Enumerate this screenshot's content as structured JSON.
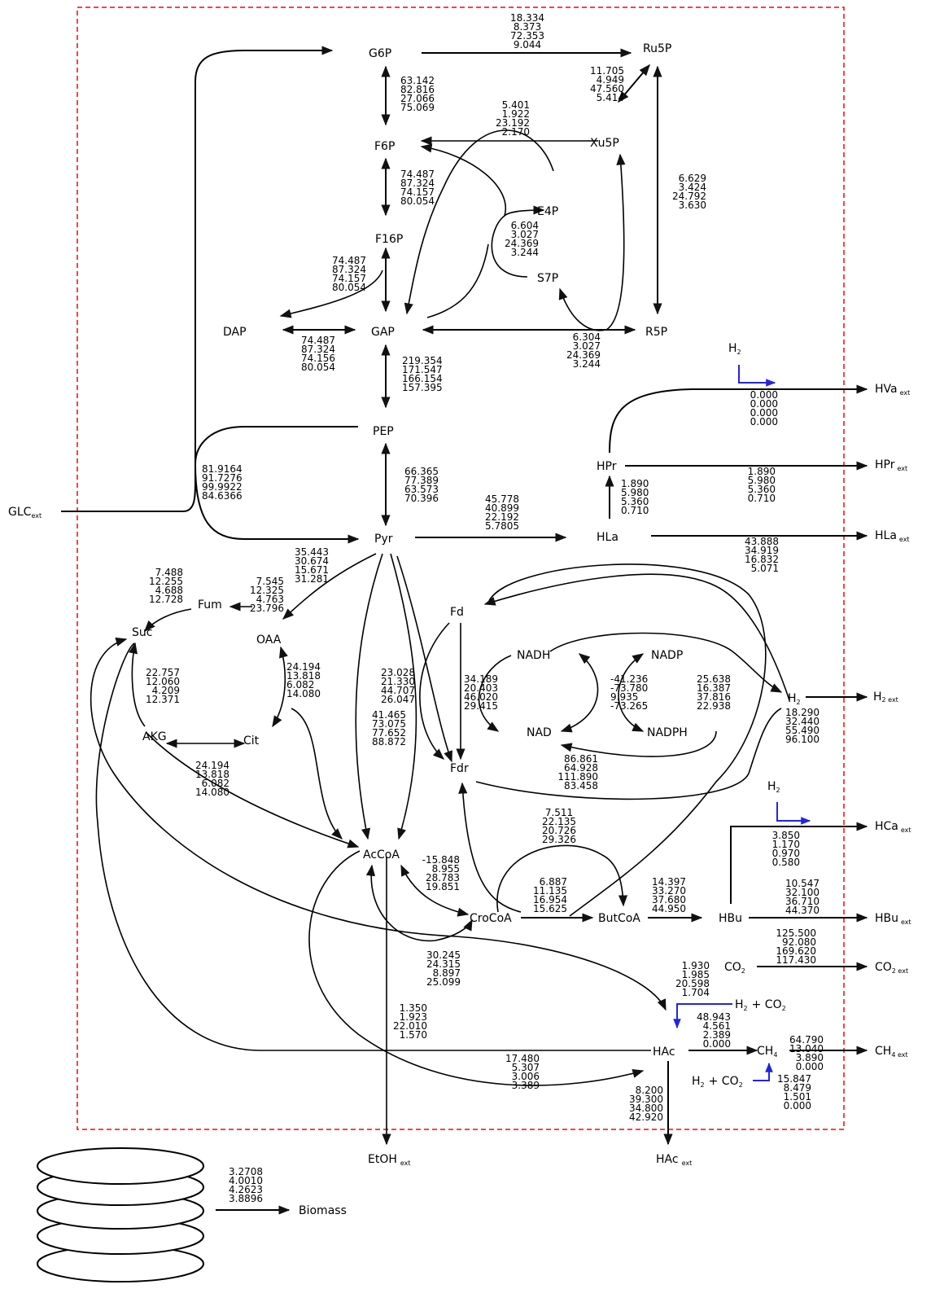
{
  "nodes": {
    "g6p": "G6P",
    "ru5p": "Ru5P",
    "f6p": "F6P",
    "xu5p": "Xu5P",
    "e4p": "E4P",
    "f16p": "F16P",
    "s7p": "S7P",
    "dap": "DAP",
    "gap": "GAP",
    "r5p": "R5P",
    "pep": "PEP",
    "pyr": "Pyr",
    "hla": "HLa",
    "hpr": "HPr",
    "glc_ext": "GLC",
    "glc_ext_sub": "ext",
    "hva_ext": "HVa",
    "hva_ext_sub": "ext",
    "hpr_ext": "HPr",
    "hpr_ext_sub": "ext",
    "hla_ext": "HLa",
    "hla_ext_sub": "ext",
    "fum": "Fum",
    "suc": "Suc",
    "oaa": "OAA",
    "akg": "AKG",
    "cit": "Cit",
    "fd": "Fd",
    "fdr": "Fdr",
    "nadh": "NADH",
    "nadp": "NADP",
    "nad": "NAD",
    "nadph": "NADPH",
    "h2": "H",
    "h2_sub": "2",
    "h2_ext": "H",
    "h2_ext_sub": "2 ext",
    "acc": "AcCoA",
    "crocoa": "CroCoA",
    "butcoa": "ButCoA",
    "hbu": "HBu",
    "hca_ext": "HCa",
    "hca_ext_sub": "ext",
    "hbu_ext": "HBu",
    "hbu_ext_sub": "ext",
    "co2": "CO",
    "co2_sub": "2",
    "co2_ext": "CO",
    "co2_ext_sub": "2 ext",
    "h2co2": "+ CO",
    "hac": "HAc",
    "ch4": "CH",
    "ch4_sub": "4",
    "ch4_ext": "CH",
    "ch4_ext_sub": "4 ext",
    "etoh_ext": "EtOH",
    "etoh_ext_sub": "ext",
    "hac_ext": "HAc",
    "hac_ext_sub": "ext",
    "h2_label_top": "H",
    "h2_label_mid": "H",
    "biomass": "Biomass"
  },
  "fluxes": {
    "g6p_ru5p": [
      "18.334",
      "8.373",
      "72.353",
      "9.044"
    ],
    "g6p_f6p": [
      "63.142",
      "82.816",
      "27.066",
      "75.069"
    ],
    "ru5p_xu5p": [
      "11.705",
      "4.949",
      "47.560",
      "5.414"
    ],
    "xu5p_f6p": [
      "5.401",
      "1.922",
      "23.192",
      "2.170"
    ],
    "f6p_f16p": [
      "74.487",
      "87.324",
      "74.157",
      "80.054"
    ],
    "ru5p_r5p": [
      "6.629",
      "3.424",
      "24.792",
      "3.630"
    ],
    "s7p_e4p": [
      "6.604",
      "3.027",
      "24.369",
      "3.244"
    ],
    "f16p_dap": [
      "74.487",
      "87.324",
      "74.157",
      "80.054"
    ],
    "dap_gap": [
      "74.487",
      "87.324",
      "74.156",
      "80.054"
    ],
    "gap_r5p": [
      "6.304",
      "3.027",
      "24.369",
      "3.244"
    ],
    "gap_pep": [
      "219.354",
      "171.547",
      "166.154",
      "157.395"
    ],
    "hva": [
      "0.000",
      "0.000",
      "0.000",
      "0.000"
    ],
    "glc_pyr": [
      "81.9164",
      "91.7276",
      "99.9922",
      "84.6366"
    ],
    "pep_pyr": [
      "66.365",
      "77.389",
      "63.573",
      "70.396"
    ],
    "pyr_hla": [
      "45.778",
      "40.899",
      "22.192",
      "5.7805"
    ],
    "hpr_up": [
      "1.890",
      "5.980",
      "5.360",
      "0.710"
    ],
    "hpr_ext": [
      "1.890",
      "5.980",
      "5.360",
      "0.710"
    ],
    "pyr_oaa": [
      "35.443",
      "30.674",
      "15.671",
      "31.281"
    ],
    "hla_ext": [
      "43.888",
      "34.919",
      "16.832",
      "5.071"
    ],
    "suc_fum": [
      "7.488",
      "12.255",
      "4.688",
      "12.728"
    ],
    "oaa_fum": [
      "7.545",
      "12.325",
      "4.763",
      "23.796"
    ],
    "akg_suc": [
      "22.757",
      "12.060",
      "4.209",
      "12.371"
    ],
    "cit_oaa": [
      "24.194",
      "13.818",
      "6.082",
      "14.080"
    ],
    "pyr_fdr": [
      "23.028",
      "21.330",
      "44.707",
      "26.047"
    ],
    "nadh_nad": [
      "34.189",
      "20.403",
      "46.020",
      "29.415"
    ],
    "nadp_nadph": [
      "-41.236",
      "-73.780",
      "9.935",
      "-73.265"
    ],
    "nadh_h2": [
      "25.638",
      "16.387",
      "37.816",
      "22.938"
    ],
    "pyr_acc": [
      "41.465",
      "73.075",
      "77.652",
      "88.872"
    ],
    "h2_ext": [
      "18.290",
      "32.440",
      "55.490",
      "96.100"
    ],
    "akg_cit": [
      "24.194",
      "13.818",
      "6.082",
      "14.080"
    ],
    "fdr_nad": [
      "86.861",
      "64.928",
      "111.890",
      "83.458"
    ],
    "hca_ext": [
      "3.850",
      "1.170",
      "0.970",
      "0.580"
    ],
    "cro_but": [
      "7.511",
      "22.135",
      "20.726",
      "29.326"
    ],
    "acc_cro": [
      "-15.848",
      "8.955",
      "28.783",
      "19.851"
    ],
    "cro_fdr": [
      "6.887",
      "11.135",
      "16.954",
      "15.625"
    ],
    "but_hbu": [
      "14.397",
      "33.270",
      "37.680",
      "44.950"
    ],
    "hbu_ext": [
      "10.547",
      "32.100",
      "36.710",
      "44.370"
    ],
    "co2_ext": [
      "125.500",
      "92.080",
      "169.620",
      "117.430"
    ],
    "acc_hac_lower": [
      "30.245",
      "24.315",
      "8.897",
      "25.099"
    ],
    "h2co2_hac": [
      "1.930",
      "1.985",
      "20.598",
      "1.704"
    ],
    "etoh": [
      "1.350",
      "1.923",
      "22.010",
      "1.570"
    ],
    "hac_ch4": [
      "48.943",
      "4.561",
      "2.389",
      "0.000"
    ],
    "ch4_ext": [
      "64.790",
      "13.040",
      "3.890",
      "0.000"
    ],
    "acc_hac_upper": [
      "17.480",
      "5.307",
      "3.006",
      "3.389"
    ],
    "h2co2_ch4": [
      "15.847",
      "8.479",
      "1.501",
      "0.000"
    ],
    "hac_ext": [
      "8.200",
      "39.300",
      "34.800",
      "42.920"
    ],
    "biomass": [
      "3.2708",
      "4.0010",
      "4.2623",
      "3.8896"
    ]
  },
  "colors": {
    "boundary": "#ff0000",
    "hydrogen_arrow": "#2323e6",
    "line": "#000000"
  }
}
